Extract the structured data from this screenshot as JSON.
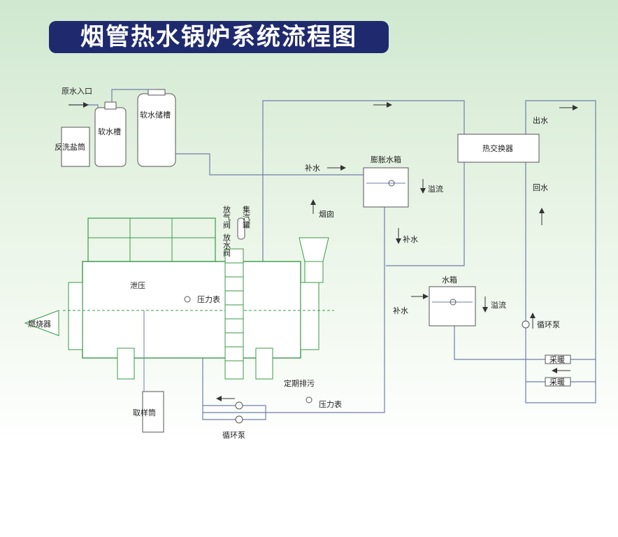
{
  "title": "烟管热水锅炉系统流程图",
  "labels": {
    "raw_water_inlet": "原水入口",
    "backwash_salt_tank": "反洗盐筒",
    "softener_tank": "软水槽",
    "soft_water_storage": "软水储槽",
    "makeup_water_top": "补水",
    "expansion_tank": "膨胀水箱",
    "overflow_top": "溢流",
    "makeup_water_mid": "补水",
    "chimney": "烟囱",
    "vent_valve": "放气阀",
    "steam_collector": "集汽罐",
    "drain_valve": "放水阀",
    "pressure_relief": "泄压",
    "pressure_gauge_top": "压力表",
    "burner": "燃烧器",
    "periodic_blowdown": "定期排污",
    "pressure_gauge_bottom": "压力表",
    "sampling_cylinder": "取样筒",
    "circulation_pump_bottom": "循环泵",
    "water_tank": "水箱",
    "makeup_water_tank": "补水",
    "overflow_tank": "溢流",
    "heat_exchanger": "热交换器",
    "water_outlet": "出水",
    "return_water": "回水",
    "circulation_pump_right": "循环泵",
    "heating_1": "采暖",
    "heating_2": "采暖"
  },
  "colors": {
    "banner": "#1f2a6e",
    "pipe": "#6f7fa8",
    "equipment": "#3a9a4a",
    "arrow": "#333333"
  }
}
